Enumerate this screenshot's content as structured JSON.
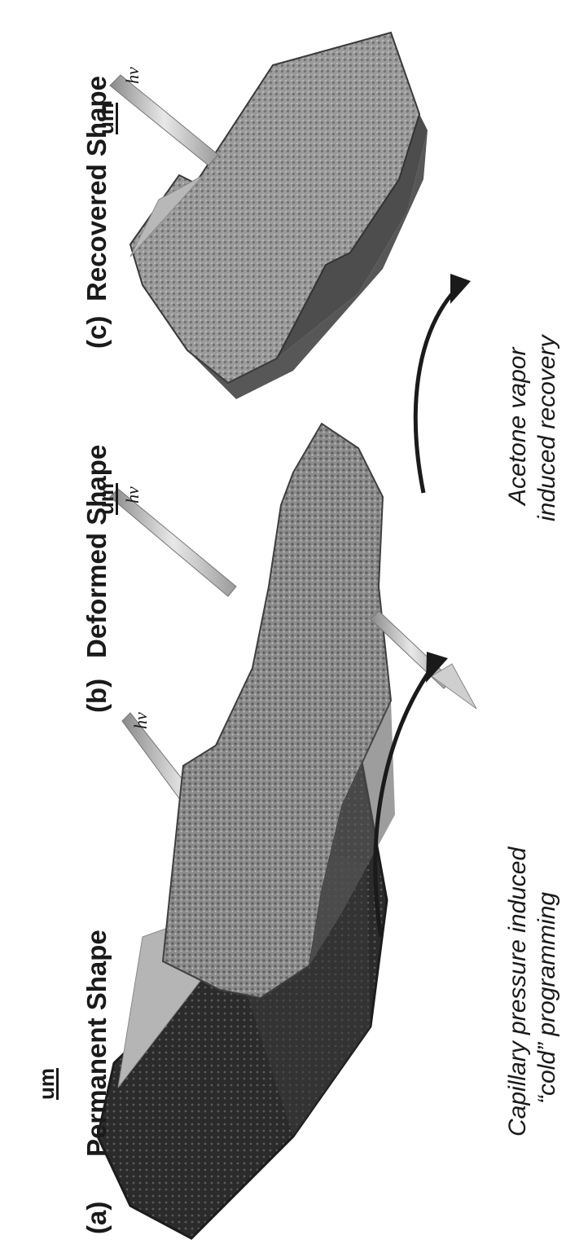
{
  "panels": [
    {
      "letter": "(a)",
      "title": "Permanent Shape",
      "scale": "um",
      "light": "hv"
    },
    {
      "letter": "(b)",
      "title": "Deformed Shape",
      "scale": "um",
      "light": "hv"
    },
    {
      "letter": "(c)",
      "title": "Recovered Shape",
      "scale": "um",
      "light": "hv"
    }
  ],
  "arrows": [
    {
      "line1": "Capillary pressure induced",
      "line2": "“cold” programming"
    },
    {
      "line1": "Acetone vapor",
      "line2": "induced recovery"
    }
  ]
}
